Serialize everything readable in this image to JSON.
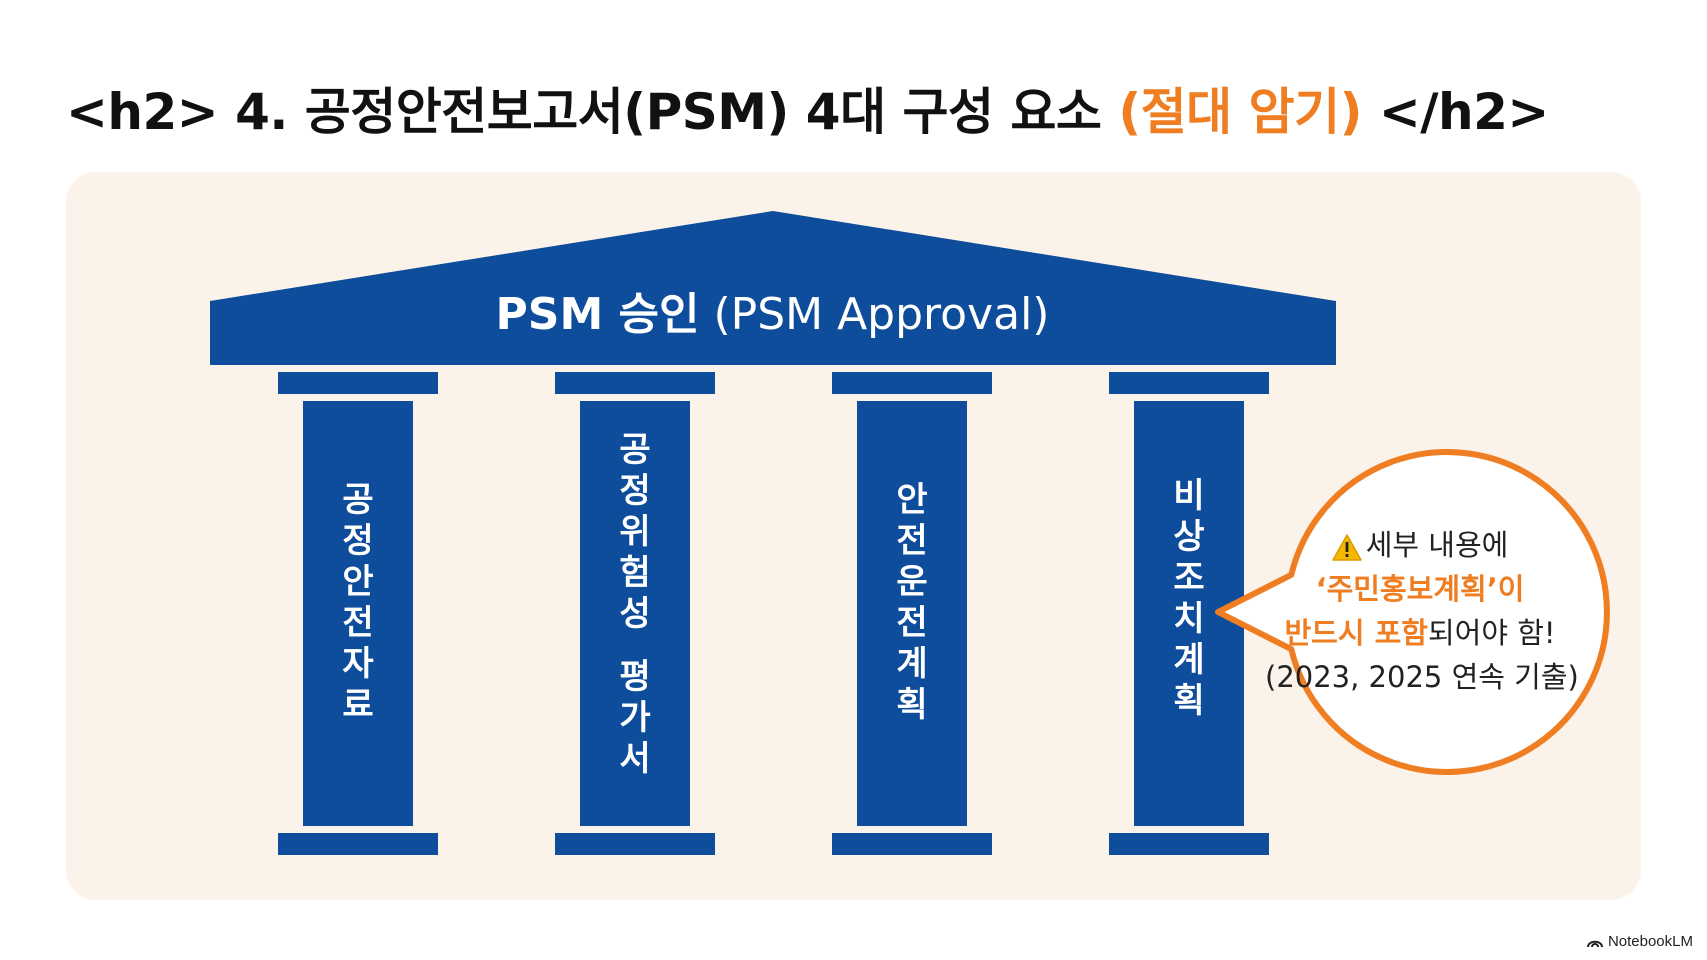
{
  "title": {
    "prefix": "<h2> 4. 공정안전보고서(PSM) 4대 구성 요소 ",
    "accent": "(절대 암기)",
    "suffix": " </h2>"
  },
  "roof": {
    "strong": "PSM 승인",
    "rest": " (PSM Approval)"
  },
  "pillars": [
    {
      "chars": [
        "공",
        "정",
        "안",
        "전",
        "자",
        "료"
      ]
    },
    {
      "chars": [
        "공",
        "정",
        "위",
        "험",
        "성",
        "",
        "평",
        "가",
        "서"
      ]
    },
    {
      "chars": [
        "안",
        "전",
        "운",
        "전",
        "계",
        "획"
      ]
    },
    {
      "chars": [
        "비",
        "상",
        "조",
        "치",
        "계",
        "획"
      ]
    }
  ],
  "callout": {
    "line1": "세부 내용에",
    "line2": "‘주민홍보계획’이",
    "line3_strong": "반드시 포함",
    "line3_rest": "되어야 함!",
    "line4": "(2023, 2025 연속 기출)"
  },
  "brand": "NotebookLM",
  "colors": {
    "accent": "#ef7d22",
    "pillar_blue": "#0e4c9c",
    "panel_bg": "#fbf2ea"
  }
}
